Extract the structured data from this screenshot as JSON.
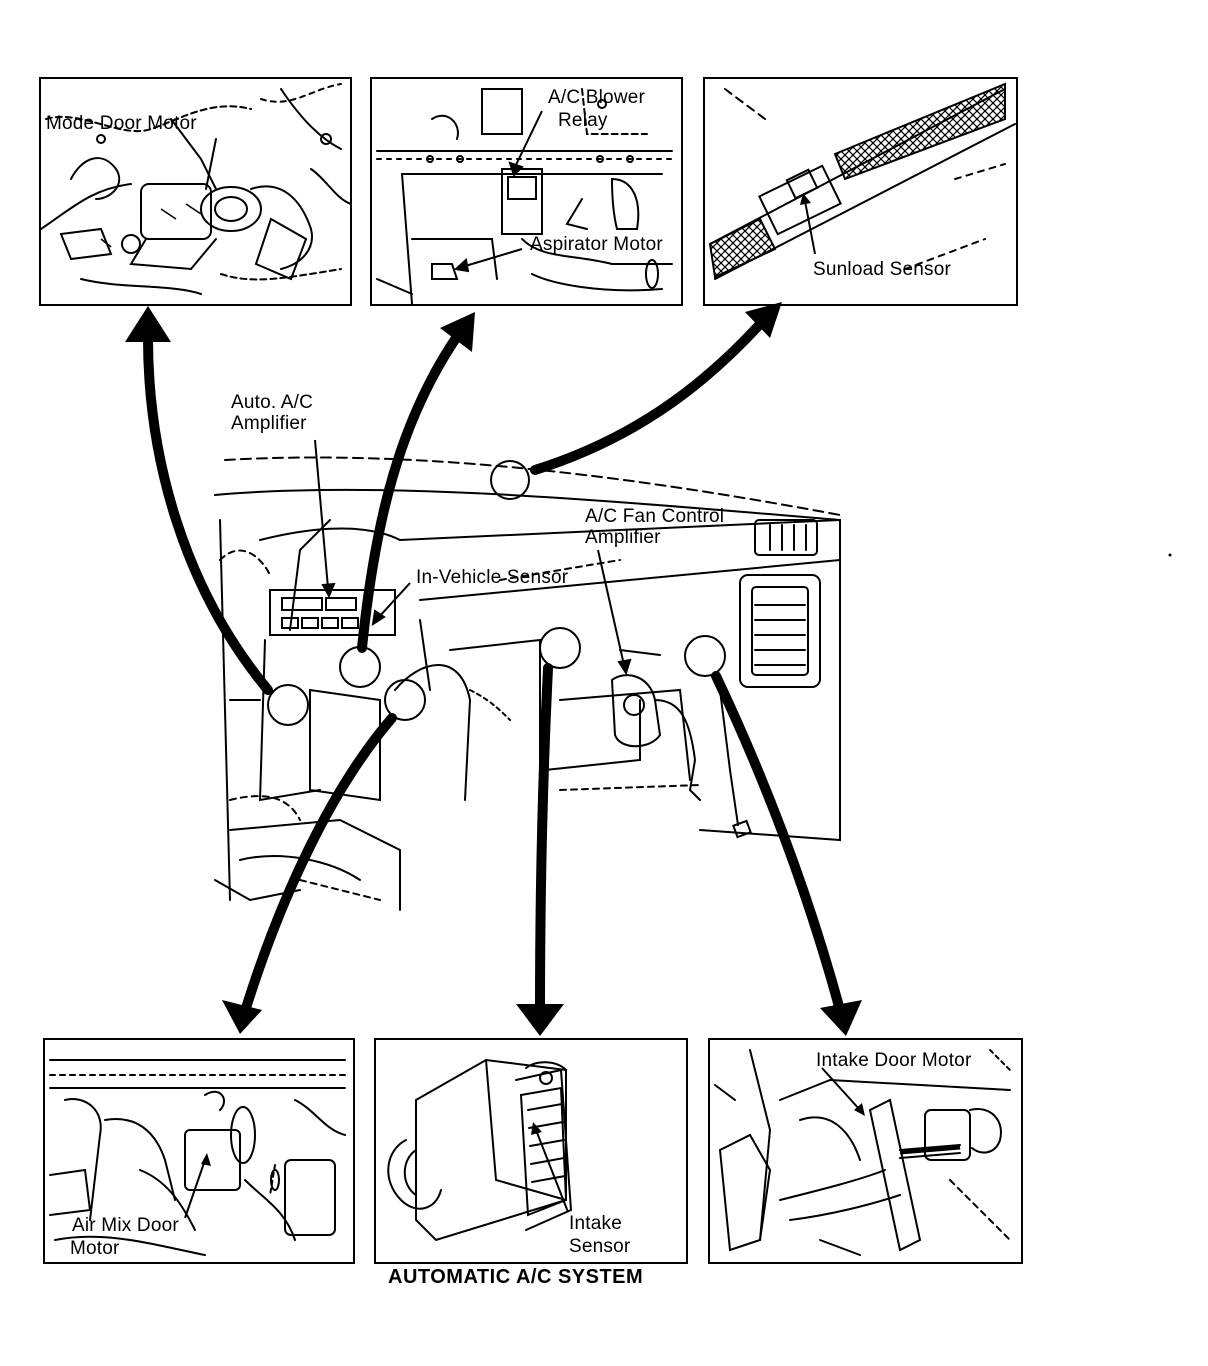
{
  "panels": {
    "mode_door_motor": {
      "label": "Mode Door Motor"
    },
    "blower_aspirator": {
      "blower_line1": "A/C Blower",
      "blower_line2": "Relay",
      "aspirator": "Aspirator Motor"
    },
    "sunload_sensor": {
      "label": "Sunload Sensor"
    },
    "air_mix_door_motor": {
      "line1": "Air Mix Door",
      "line2": "Motor"
    },
    "intake_sensor": {
      "line1": "Intake",
      "line2": "Sensor"
    },
    "intake_door_motor": {
      "label": "Intake Door Motor"
    }
  },
  "dashboard": {
    "amplifier_line1": "Auto. A/C",
    "amplifier_line2": "Amplifier",
    "in_vehicle_sensor": "In-Vehicle Sensor",
    "fan_control_line1": "A/C Fan Control",
    "fan_control_line2": "Amplifier"
  },
  "caption": "AUTOMATIC A/C SYSTEM",
  "colors": {
    "ink": "#000000",
    "paper": "#ffffff"
  }
}
